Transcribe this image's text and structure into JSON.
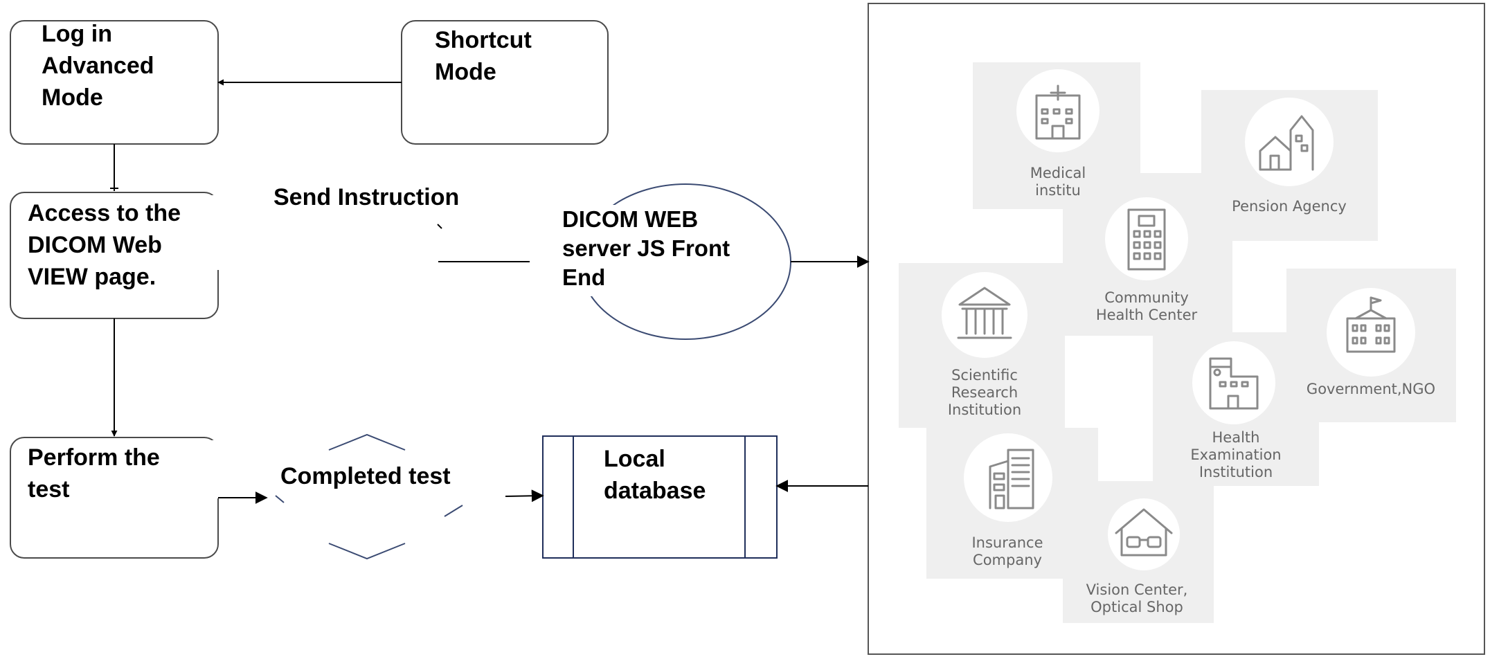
{
  "nodes": {
    "advanced_mode": {
      "lines": [
        "Log in",
        "Advanced",
        "Mode"
      ]
    },
    "shortcut_mode": {
      "lines": [
        "Shortcut",
        "Mode"
      ]
    },
    "access_page": {
      "lines": [
        "Access to the",
        "DICOM Web",
        "VIEW page."
      ]
    },
    "dicom_server": {
      "lines": [
        "DICOM WEB",
        "server JS Front",
        "End"
      ]
    },
    "perform_test": {
      "lines": [
        "Perform the",
        "test"
      ]
    },
    "completed_test": {
      "lines": [
        "Completed test"
      ]
    },
    "local_db": {
      "lines": [
        "Local",
        "database"
      ]
    }
  },
  "edge_labels": {
    "send_instruction": "Send Instruction"
  },
  "institutions": {
    "medical": {
      "lines": [
        "Medical",
        "institu"
      ],
      "icon": "hospital-icon"
    },
    "pension": {
      "lines": [
        "Pension Agency"
      ],
      "icon": "buildings-icon"
    },
    "community": {
      "lines": [
        "Community",
        "Health Center"
      ],
      "icon": "office-building-icon"
    },
    "scientific": {
      "lines": [
        "Scientific",
        "Research",
        "Institution"
      ],
      "icon": "classical-building-icon"
    },
    "government": {
      "lines": [
        "Government,NGO"
      ],
      "icon": "government-building-icon"
    },
    "health_exam": {
      "lines": [
        "Health",
        "Examination",
        "Institution"
      ],
      "icon": "clinic-icon"
    },
    "insurance": {
      "lines": [
        "Insurance",
        "Company"
      ],
      "icon": "tower-icon"
    },
    "vision": {
      "lines": [
        "Vision Center,",
        "Optical Shop"
      ],
      "icon": "house-glasses-icon"
    }
  },
  "colors": {
    "node_border": "#4a4a4a",
    "ellipse_border": "#3a4a72",
    "panel_tile": "#efefef",
    "icon_stroke": "#8a8a8a",
    "institution_text": "#666666"
  }
}
